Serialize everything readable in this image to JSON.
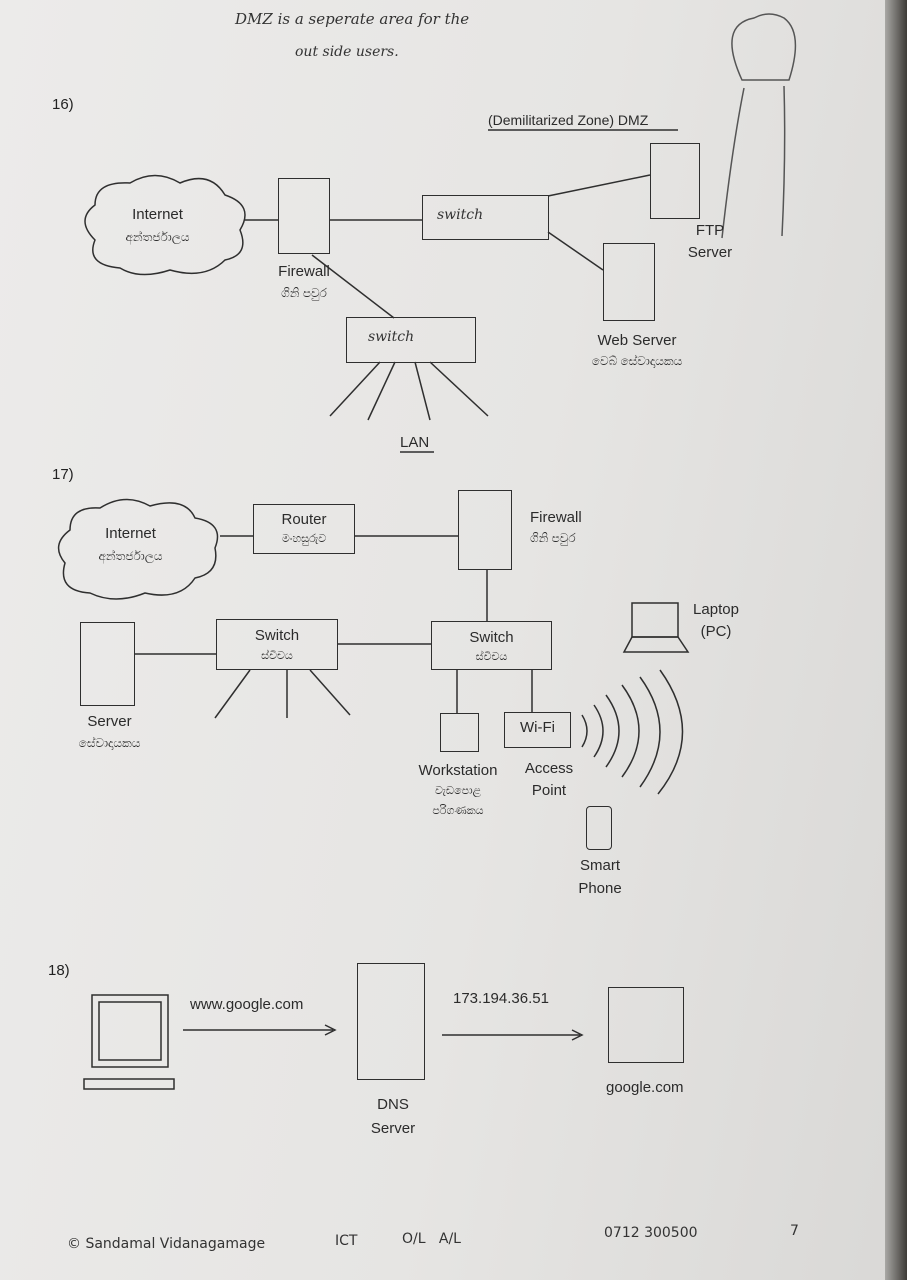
{
  "handnote": {
    "line1": "DMZ is a seperate area for the",
    "line2": "out side users."
  },
  "q16": {
    "number": "16)",
    "dmz_title": "(Demilitarized Zone) DMZ",
    "internet": "Internet",
    "internet_si": "අන්තර්ජාලය",
    "firewall": "Firewall",
    "firewall_si": "ගිනි පවුර",
    "switch_top": "switch",
    "switch_lan": "switch",
    "ftp_line1": "FTP",
    "ftp_line2": "Server",
    "web": "Web Server",
    "web_si": "වෙබ් සේවාදායකය",
    "lan": "LAN"
  },
  "q17": {
    "number": "17)",
    "internet": "Internet",
    "internet_si": "අන්තර්ජාලය",
    "router": "Router",
    "router_si": "මංහසුරුව",
    "firewall": "Firewall",
    "firewall_si": "ගිනි පවුර",
    "laptop_line1": "Laptop",
    "laptop_line2": "(PC)",
    "switch_left": "Switch",
    "switch_left_si": "ස්විචය",
    "switch_right": "Switch",
    "switch_right_si": "ස්විචය",
    "server": "Server",
    "server_si": "සේවාදායකය",
    "wifi": "Wi-Fi",
    "workstation": "Workstation",
    "workstation_si1": "වැඩපොළ",
    "workstation_si2": "පරිගණකය",
    "access_line1": "Access",
    "access_line2": "Point",
    "phone_line1": "Smart",
    "phone_line2": "Phone"
  },
  "q18": {
    "number": "18)",
    "url": "www.google.com",
    "ip": "173.194.36.51",
    "dns_line1": "DNS",
    "dns_line2": "Server",
    "dest": "google.com"
  },
  "footer": {
    "author": "© Sandamal Vidanagamage",
    "subject": "ICT",
    "levels": "O/L   A/L",
    "phone": "0712 300500",
    "page": "7"
  }
}
